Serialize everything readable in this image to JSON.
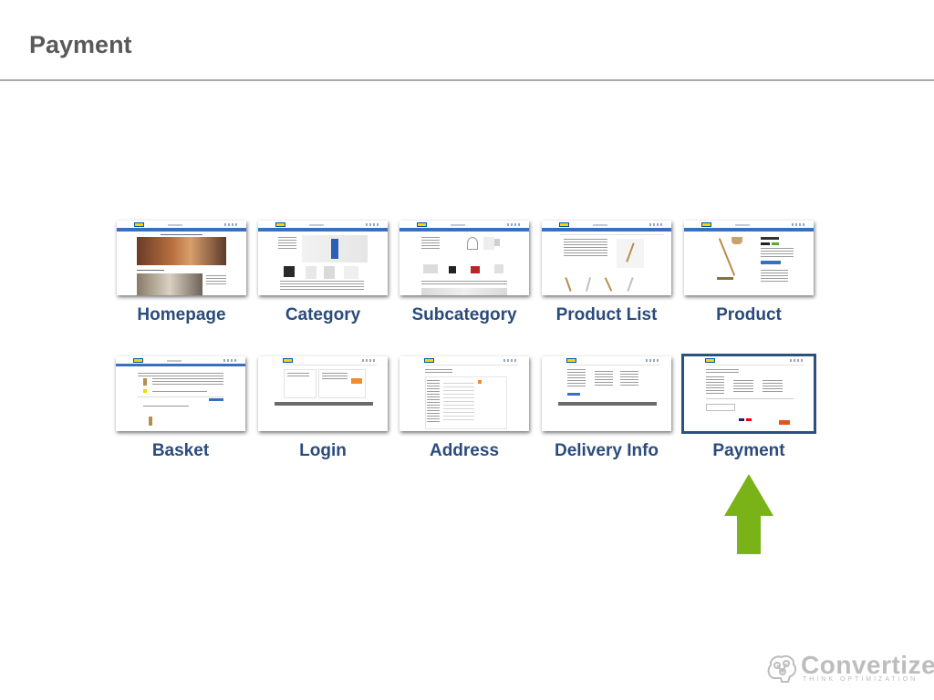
{
  "slide": {
    "title": "Payment"
  },
  "funnel": {
    "row1": [
      "Homepage",
      "Category",
      "Subcategory",
      "Product List",
      "Product"
    ],
    "row2": [
      "Basket",
      "Login",
      "Address",
      "Delivery Info",
      "Payment"
    ],
    "active_step": "Payment"
  },
  "colors": {
    "title": "#595959",
    "label": "#2b4b7c",
    "active_frame": "#2b517c",
    "arrow": "#7ab317",
    "logo": "#bdbdbd"
  },
  "brand": {
    "name": "Convertize",
    "tagline": "THINK OPTIMIZATION"
  }
}
